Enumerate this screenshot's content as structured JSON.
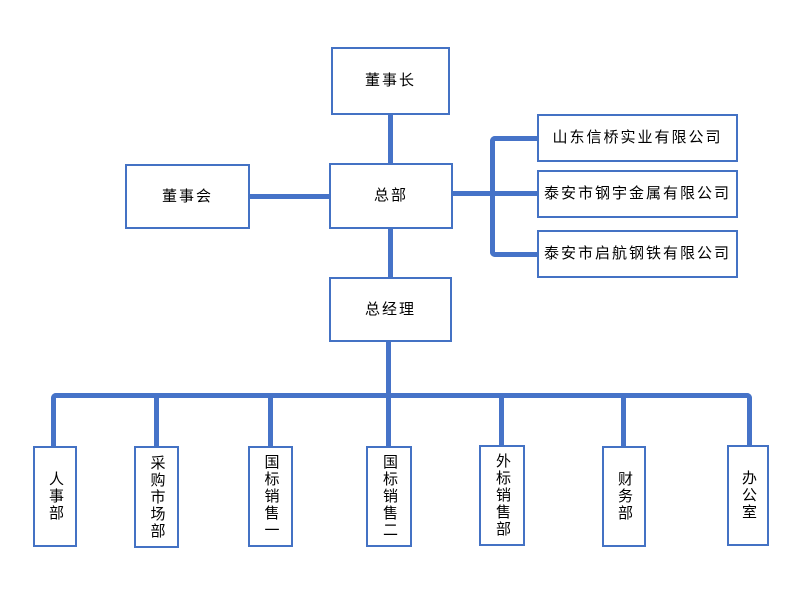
{
  "diagram_type": "organization-chart",
  "colors": {
    "box_border": "#4472C4",
    "connector": "#4673C8",
    "text": "#000000",
    "background": "#FFFFFF"
  },
  "nodes": {
    "chairman": {
      "label": "董事长"
    },
    "board": {
      "label": "董事会"
    },
    "hq": {
      "label": "总部"
    },
    "gm": {
      "label": "总经理"
    },
    "company1": {
      "label": "山东信桥实业有限公司"
    },
    "company2": {
      "label": "泰安市钢宇金属有限公司"
    },
    "company3": {
      "label": "泰安市启航钢铁有限公司"
    },
    "dept1": {
      "label": "人事部"
    },
    "dept2": {
      "label": "采购市场部"
    },
    "dept3": {
      "label": "国标销售一"
    },
    "dept4": {
      "label": "国标销售二"
    },
    "dept5": {
      "label": "外标销售部"
    },
    "dept6": {
      "label": "财务部"
    },
    "dept7": {
      "label": "办公室"
    }
  },
  "edges": [
    {
      "from": "chairman",
      "to": "hq"
    },
    {
      "from": "board",
      "to": "hq"
    },
    {
      "from": "hq",
      "to": "company1"
    },
    {
      "from": "hq",
      "to": "company2"
    },
    {
      "from": "hq",
      "to": "company3"
    },
    {
      "from": "hq",
      "to": "gm"
    },
    {
      "from": "gm",
      "to": "dept1"
    },
    {
      "from": "gm",
      "to": "dept2"
    },
    {
      "from": "gm",
      "to": "dept3"
    },
    {
      "from": "gm",
      "to": "dept4"
    },
    {
      "from": "gm",
      "to": "dept5"
    },
    {
      "from": "gm",
      "to": "dept6"
    },
    {
      "from": "gm",
      "to": "dept7"
    }
  ]
}
